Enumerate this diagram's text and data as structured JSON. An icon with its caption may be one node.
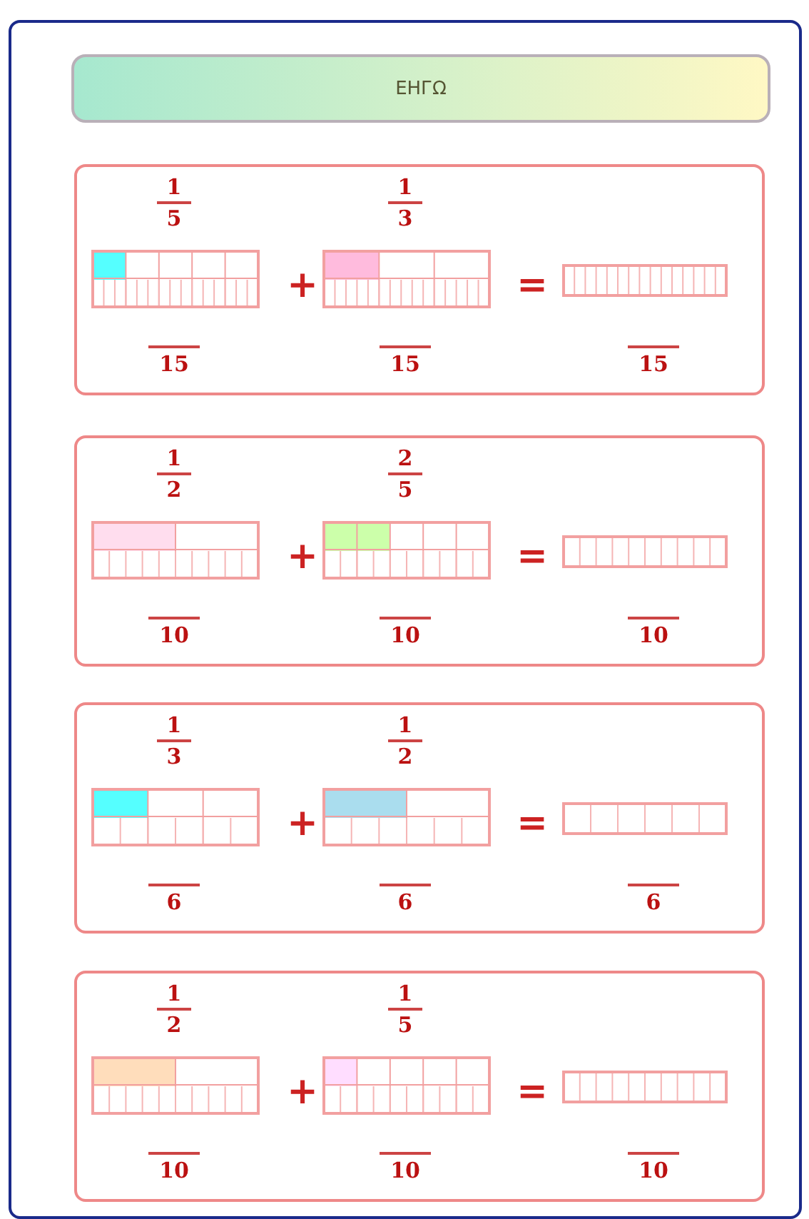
{
  "diagram": {
    "nodes": [
      {
        "text": [
          "ЕНГΩ"
        ]
      },
      {
        "text": [
          "1",
          "5",
          "+",
          "1",
          "3",
          "=",
          "15",
          "15",
          "15"
        ]
      },
      {
        "text": [
          "1",
          "2",
          "+",
          "2",
          "5",
          "=",
          "10",
          "10",
          "10"
        ]
      },
      {
        "text": [
          "1",
          "3",
          "+",
          "1",
          "2",
          "=",
          "6",
          "6",
          "6"
        ]
      },
      {
        "text": [
          "1",
          "2",
          "+",
          "1",
          "5",
          "=",
          "10",
          "10",
          "10"
        ]
      }
    ],
    "edges": []
  }
}
